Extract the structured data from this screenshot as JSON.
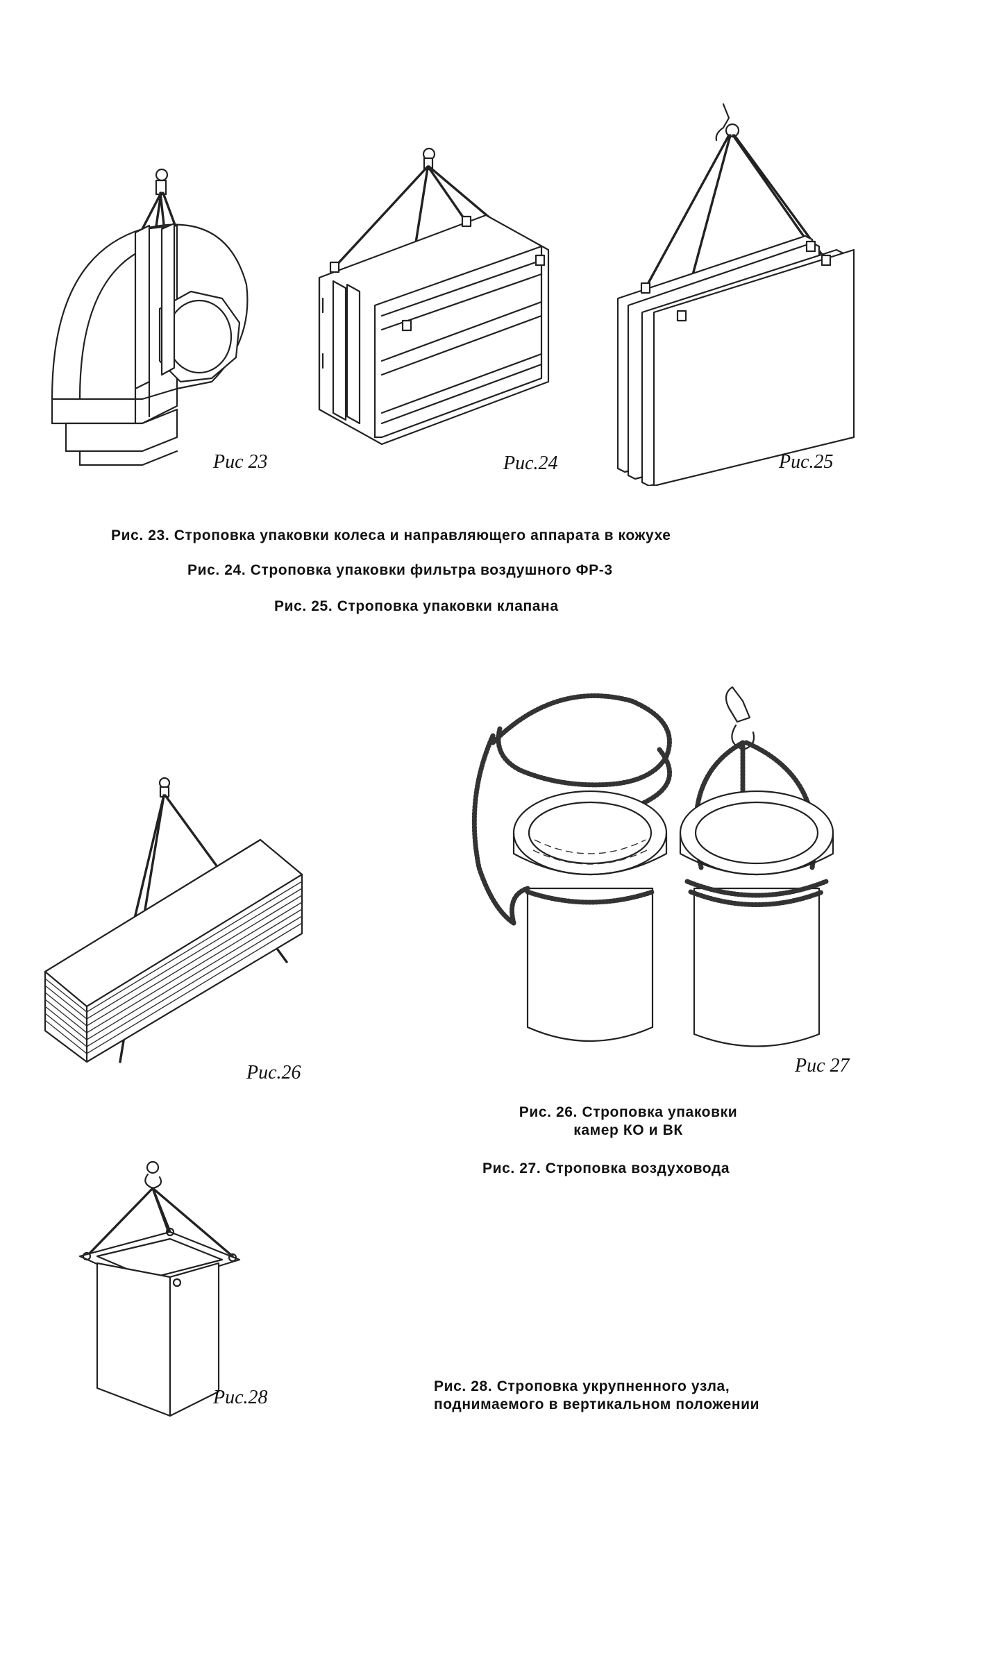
{
  "figures": {
    "fig23": {
      "label": "Рис 23"
    },
    "fig24": {
      "label": "Рис.24"
    },
    "fig25": {
      "label": "Рис.25"
    },
    "fig26": {
      "label": "Рис.26"
    },
    "fig27": {
      "label": "Рис 27"
    },
    "fig28": {
      "label": "Рис.28"
    }
  },
  "captions": {
    "c23": "Рис. 23. Строповка упаковки колеса и направляющего аппарата в кожухе",
    "c24": "Рис. 24. Строповка упаковки фильтра воздушного ФР-3",
    "c25": "Рис. 25. Строповка упаковки клапана",
    "c26_line1": "Рис. 26. Строповка упаковки",
    "c26_line2": "камер КО и ВК",
    "c27": "Рис. 27. Строповка воздуховода",
    "c28_line1": "Рис. 28. Строповка укрупненного узла,",
    "c28_line2": "поднимаемого в вертикальном положении"
  }
}
